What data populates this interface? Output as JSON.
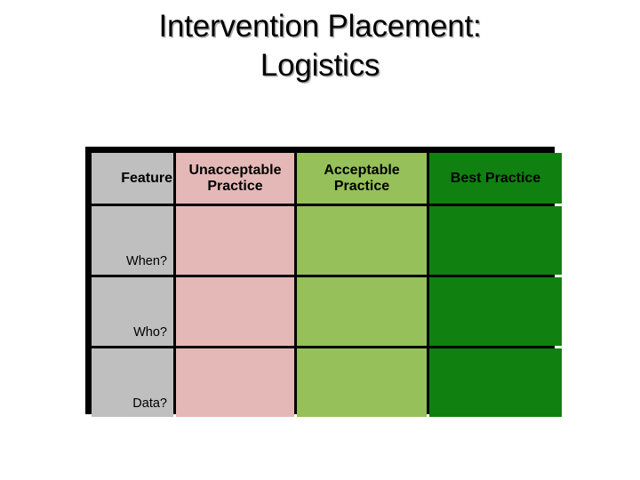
{
  "slide": {
    "title": "Intervention Placement:\nLogistics",
    "background_color": "#ffffff"
  },
  "colors": {
    "feature_column": "#bfbfbf",
    "unacceptable_column": "#e5b8b8",
    "acceptable_column": "#96c05a",
    "best_column": "#108010",
    "table_border": "#000000",
    "text": "#000000"
  },
  "table": {
    "name": "practice-comparison-table",
    "headers": [
      "Feature",
      "Unacceptable Practice",
      "Acceptable Practice",
      "Best Practice"
    ],
    "rows": [
      {
        "label": "When?",
        "unacceptable": "",
        "acceptable": "",
        "best": ""
      },
      {
        "label": "Who?",
        "unacceptable": "",
        "acceptable": "",
        "best": ""
      },
      {
        "label": "Data?",
        "unacceptable": "",
        "acceptable": "",
        "best": ""
      }
    ]
  }
}
